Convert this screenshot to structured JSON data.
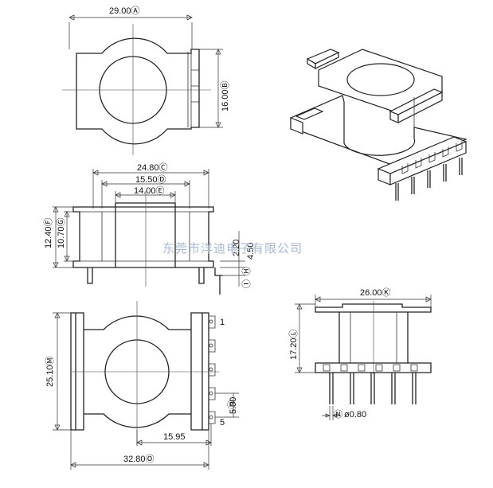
{
  "dimensions": {
    "top_width": "29.00",
    "top_width_ref": "A",
    "top_height": "16.00",
    "top_height_ref": "B",
    "front_width": "24.80",
    "front_width_ref": "C",
    "inner_width": "15.50",
    "inner_width_ref": "D",
    "core_width": "14.00",
    "core_width_ref": "E",
    "front_height": "12.40",
    "front_height_ref": "F",
    "inner_height": "10.70",
    "inner_height_ref": "G",
    "pin_offset_a": "2.20",
    "pin_offset_a_ref": "H",
    "pin_offset_b": "4.50",
    "pin_offset_b_ref": "I",
    "bottom_height": "25.10",
    "bottom_height_ref": "M",
    "pin_pitch": "5.00",
    "pin_pitch_ref": "P",
    "pin_span": "15.95",
    "bottom_width": "32.80",
    "bottom_width_ref": "O",
    "side_width": "26.00",
    "side_width_ref": "K",
    "side_height": "17.20",
    "side_height_ref": "L",
    "pin_diameter": "ø0.80",
    "pin_diameter_ref": "N"
  },
  "pin_labels": {
    "first": "1",
    "last": "5"
  },
  "watermark": "东莞市洋迪电子有限公司"
}
